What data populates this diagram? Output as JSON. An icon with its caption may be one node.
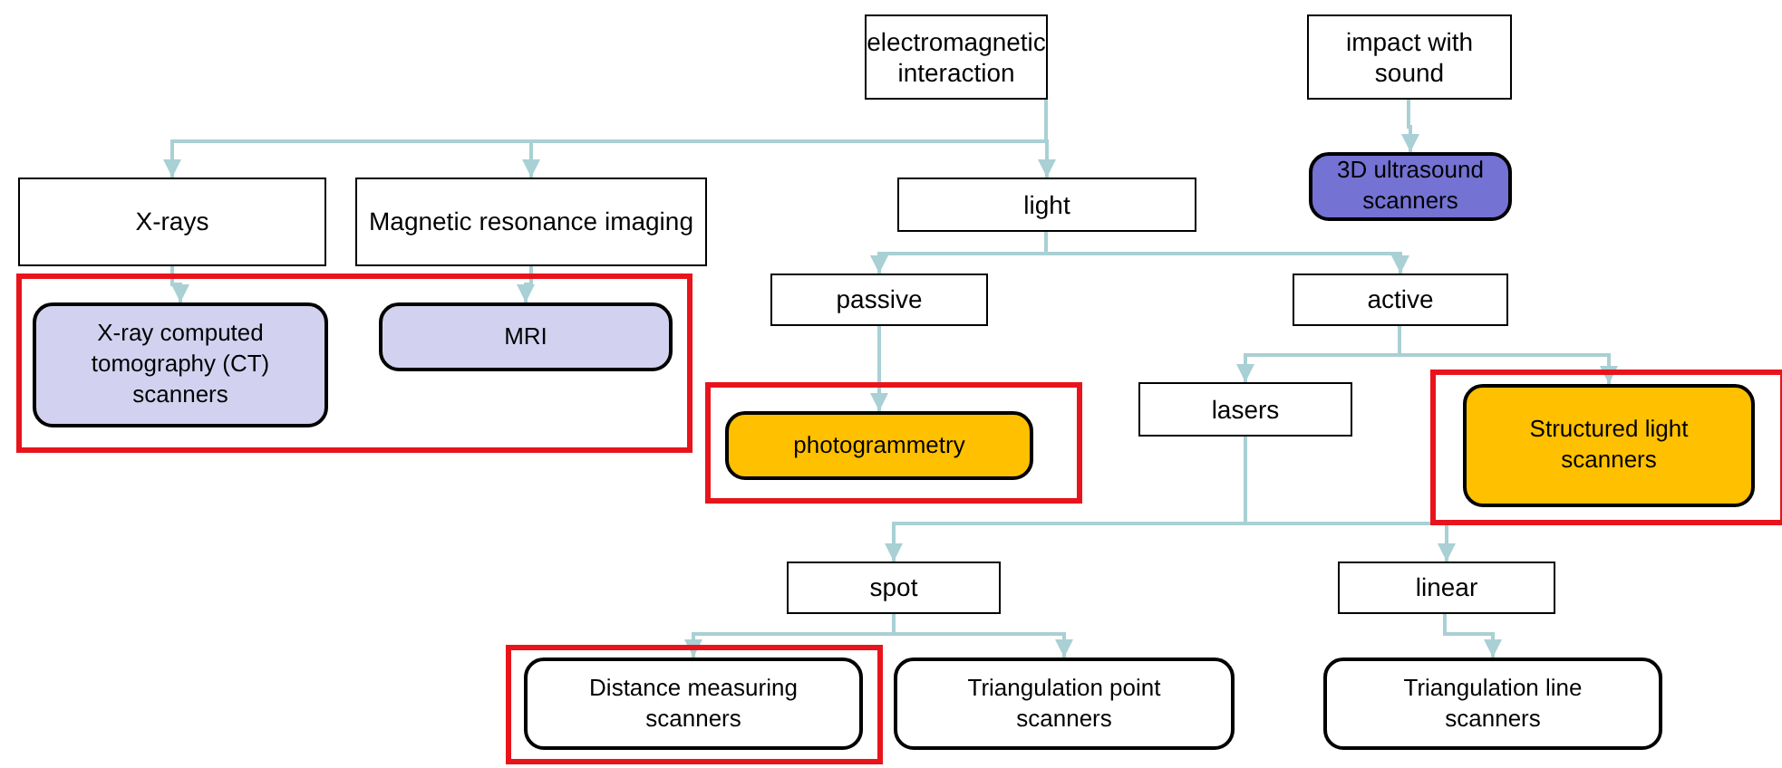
{
  "diagram": {
    "nodes": [
      {
        "text": [
          "electromagnetic interaction"
        ]
      },
      {
        "text": [
          "impact with sound"
        ]
      },
      {
        "text": [
          "3D ultrasound scanners"
        ]
      },
      {
        "text": [
          "X-rays"
        ]
      },
      {
        "text": [
          "Magnetic resonance imaging"
        ]
      },
      {
        "text": [
          "light"
        ]
      },
      {
        "text": [],
        "shape": "box"
      },
      {
        "text": [
          "X-ray computed tomography (CT) scanners"
        ],
        "in": 6
      },
      {
        "text": [
          "MRI"
        ],
        "in": 6
      },
      {
        "text": [
          "passive"
        ]
      },
      {
        "text": [
          "active"
        ]
      },
      {
        "text": [],
        "shape": "box"
      },
      {
        "text": [
          "photogrammetry"
        ],
        "in": 11
      },
      {
        "text": [
          "lasers"
        ]
      },
      {
        "text": [],
        "shape": "box"
      },
      {
        "text": [
          "Structured light scanners"
        ],
        "in": 14
      },
      {
        "text": [
          "spot"
        ]
      },
      {
        "text": [
          "linear"
        ]
      },
      {
        "text": [],
        "shape": "box"
      },
      {
        "text": [
          "Distance measuring scanners"
        ],
        "in": 18
      },
      {
        "text": [
          "Triangulation point scanners"
        ]
      },
      {
        "text": [
          "Triangulation line scanners"
        ]
      }
    ],
    "edges": [
      {
        "from": 0,
        "to": 3,
        "arrow": "to"
      },
      {
        "from": 0,
        "to": 4,
        "arrow": "to"
      },
      {
        "from": 0,
        "to": 5,
        "arrow": "to"
      },
      {
        "from": 1,
        "to": 2,
        "arrow": "to"
      },
      {
        "from": 3,
        "to": 7,
        "arrow": "to"
      },
      {
        "from": 4,
        "to": 8,
        "arrow": "to"
      },
      {
        "from": 5,
        "to": 9,
        "arrow": "to"
      },
      {
        "from": 5,
        "to": 10,
        "arrow": "to"
      },
      {
        "from": 9,
        "to": 12,
        "arrow": "to"
      },
      {
        "from": 10,
        "to": 13,
        "arrow": "to"
      },
      {
        "from": 10,
        "to": 15,
        "arrow": "to"
      },
      {
        "from": 13,
        "to": 16,
        "arrow": "to"
      },
      {
        "from": 13,
        "to": 17,
        "arrow": "to"
      },
      {
        "from": 16,
        "to": 19,
        "arrow": "to"
      },
      {
        "from": 16,
        "to": 20,
        "arrow": "to"
      },
      {
        "from": 17,
        "to": 21,
        "arrow": "to"
      }
    ]
  }
}
